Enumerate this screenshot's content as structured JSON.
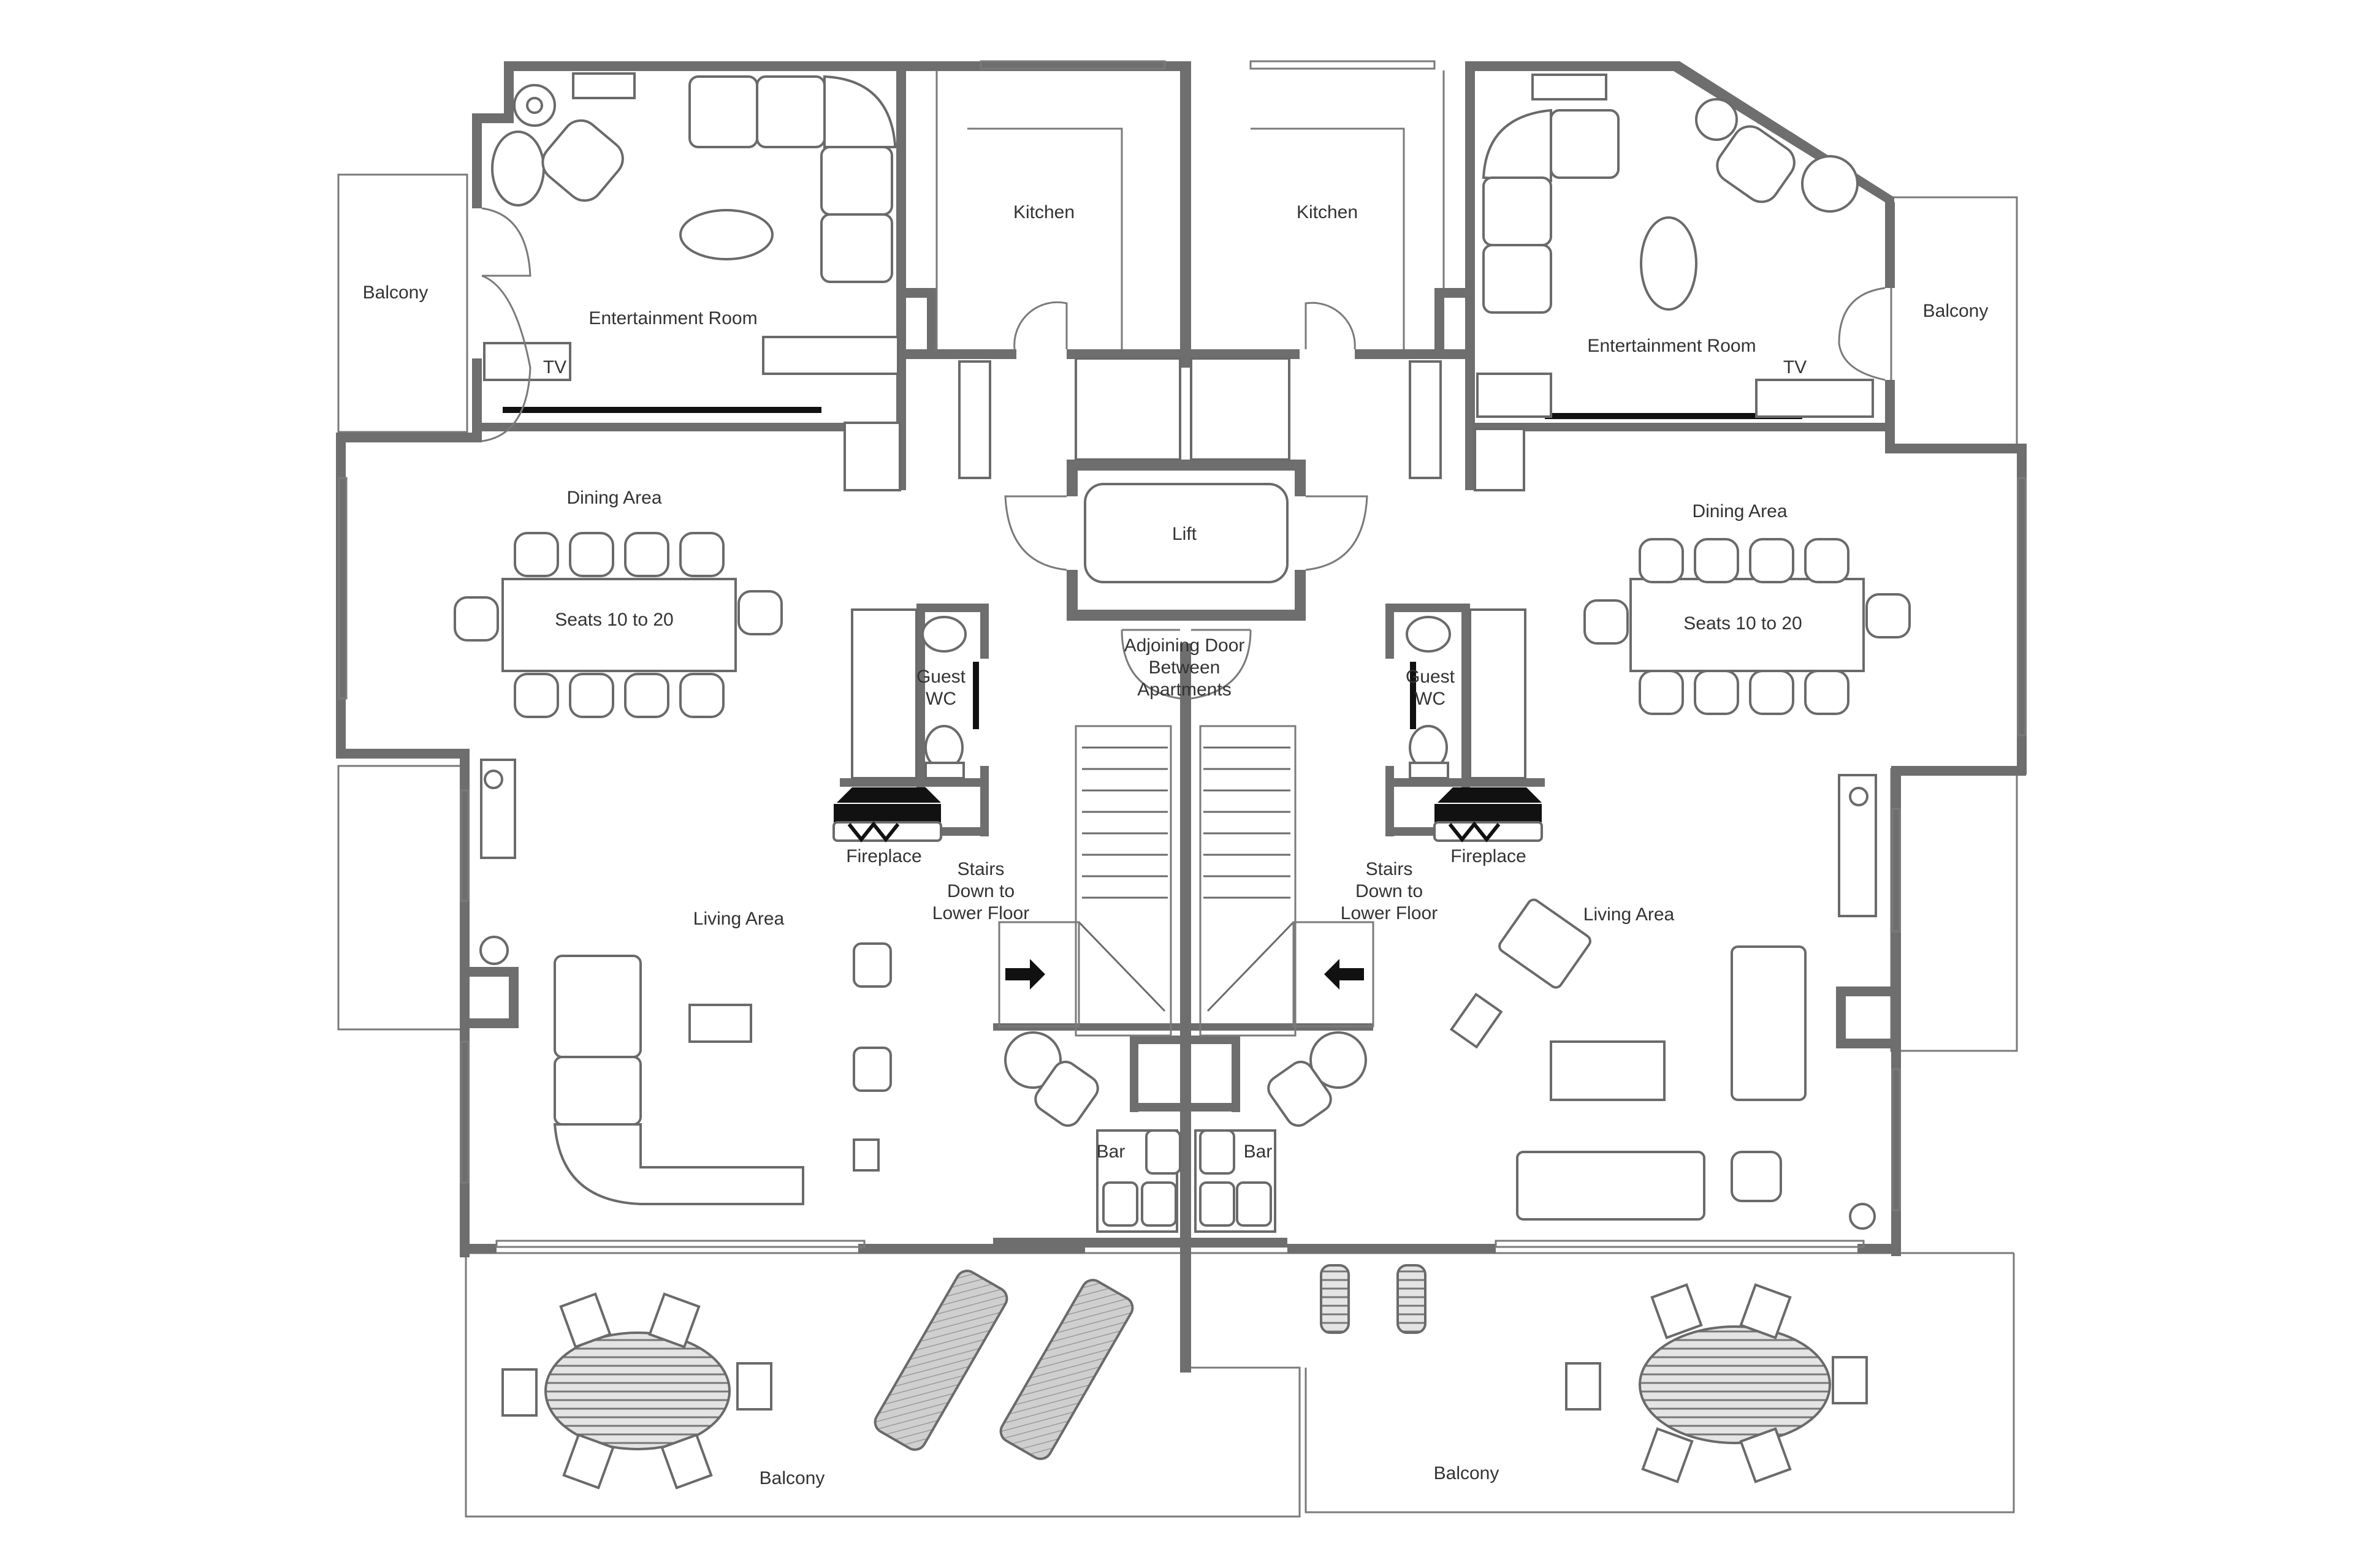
{
  "title": "Two-Apartment Floor Plan",
  "colors": {
    "wall": "#6e6e6e",
    "line": "#6a6a6a",
    "label": "#333333",
    "background": "#ffffff",
    "fireplace": "#111111"
  },
  "labels": {
    "left_balcony_side": "Balcony",
    "left_entertainment": "Entertainment Room",
    "left_tv": "TV",
    "left_kitchen": "Kitchen",
    "right_kitchen": "Kitchen",
    "right_entertainment": "Entertainment Room",
    "right_tv": "TV",
    "right_balcony_side": "Balcony",
    "lift": "Lift",
    "left_dining": "Dining Area",
    "left_table": "Seats 10 to 20",
    "right_dining": "Dining Area",
    "right_table": "Seats 10 to 20",
    "adjoining_door": "Adjoining Door\nBetween\nApartments",
    "left_wc": "Guest\nWC",
    "right_wc": "Guest\nWC",
    "left_fireplace": "Fireplace",
    "right_fireplace": "Fireplace",
    "left_stairs": "Stairs\nDown to\nLower Floor",
    "right_stairs": "Stairs\nDown to\nLower Floor",
    "left_living": "Living Area",
    "right_living": "Living Area",
    "left_bar": "Bar",
    "right_bar": "Bar",
    "left_balcony_bottom": "Balcony",
    "right_balcony_bottom": "Balcony"
  }
}
